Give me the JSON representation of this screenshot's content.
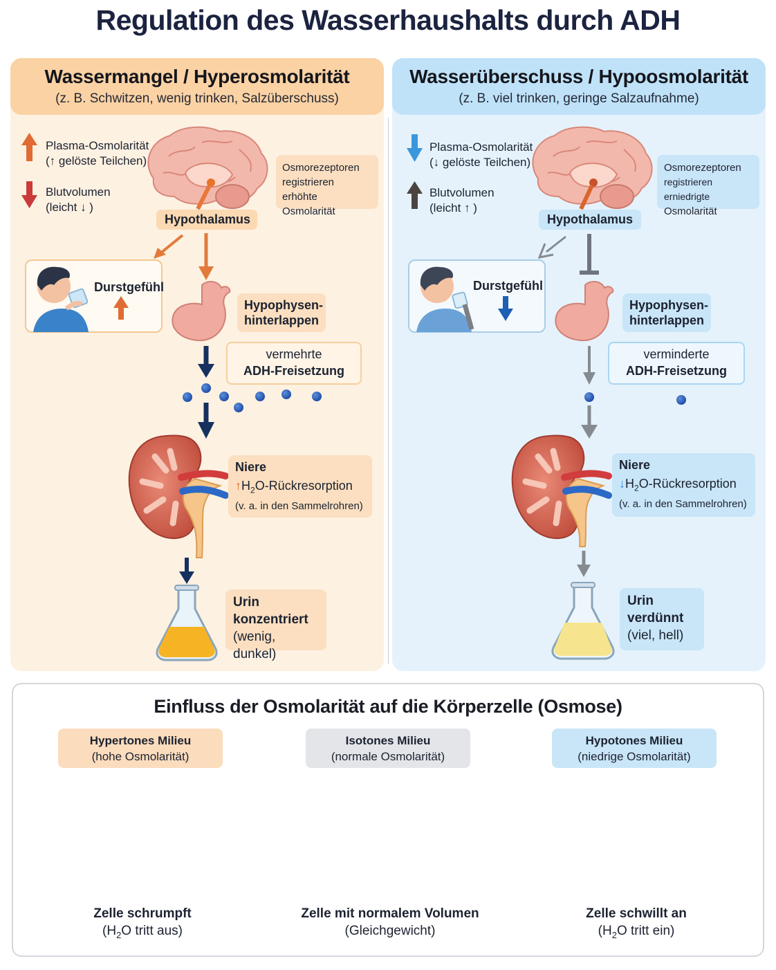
{
  "title": "Regulation des Wasserhaushalts durch ADH",
  "left": {
    "heading": "Wassermangel / Hyperosmolarität",
    "subheading": "(z. B. Schwitzen, wenig trinken, Salzüberschuss)",
    "plasma_label": "Plasma-Osmolarität",
    "plasma_note": "(↑ gelöste Teilchen)",
    "blood_label": "Blutvolumen",
    "blood_note": "(leicht ↓ )",
    "osmo_line1": "Osmorezeptoren",
    "osmo_line2": "registrieren erhöhte",
    "osmo_line3": "Osmolarität",
    "hypothalamus": "Hypothalamus",
    "thirst": "Durstgefühl",
    "pituitary_line1": "Hypophysen-",
    "pituitary_line2": "hinterlappen",
    "adh_line1": "vermehrte",
    "adh_line2": "ADH-Freisetzung",
    "kidney_title": "Niere",
    "kidney_line_prefix": "H",
    "kidney_line_sub": "2",
    "kidney_line_rest": "O-Rückresorption",
    "kidney_note": "(v. a. in den Sammelrohren)",
    "urine_line1": "Urin",
    "urine_line2": "konzentriert",
    "urine_line3": "(wenig, dunkel)"
  },
  "right": {
    "heading": "Wasserüberschuss / Hypoosmolarität",
    "subheading": "(z. B. viel trinken, geringe Salzaufnahme)",
    "plasma_label": "Plasma-Osmolarität",
    "plasma_note": "(↓ gelöste Teilchen)",
    "blood_label": "Blutvolumen",
    "blood_note": "(leicht ↑ )",
    "osmo_line1": "Osmorezeptoren",
    "osmo_line2": "registrieren erniedrigte",
    "osmo_line3": "Osmolarität",
    "hypothalamus": "Hypothalamus",
    "thirst": "Durstgefühl",
    "pituitary_line1": "Hypophysen-",
    "pituitary_line2": "hinterlappen",
    "adh_line1": "verminderte",
    "adh_line2": "ADH-Freisetzung",
    "kidney_title": "Niere",
    "kidney_line_prefix": "H",
    "kidney_line_sub": "2",
    "kidney_line_rest": "O-Rückresorption",
    "kidney_note": "(v. a. in den Sammelrohren)",
    "urine_line1": "Urin",
    "urine_line2": "verdünnt",
    "urine_line3": "(viel, hell)"
  },
  "osmosis": {
    "title": "Einfluss der Osmolarität auf die Körperzelle (Osmose)",
    "hyper": {
      "line1": "Hypertones Milieu",
      "line2": "(hohe Osmolarität)",
      "caption1": "Zelle schrumpft",
      "caption2_pre": "(H",
      "caption2_sub": "2",
      "caption2_post": "O tritt aus)"
    },
    "iso": {
      "line1": "Isotones Milieu",
      "line2": "(normale Osmolarität)",
      "caption1": "Zelle mit normalem Volumen",
      "caption2": "(Gleichgewicht)"
    },
    "hypo": {
      "line1": "Hypotones Milieu",
      "line2": "(niedrige Osmolarität)",
      "caption1": "Zelle schwillt an",
      "caption2_pre": "(H",
      "caption2_sub": "2",
      "caption2_post": "O tritt ein)"
    }
  },
  "icons": [
    "brain-icon",
    "pituitary-icon",
    "kidney-icon",
    "flask-icon",
    "person-drinking-icon",
    "cell-icon",
    "arrow-up-icon",
    "arrow-down-icon"
  ],
  "colors": {
    "orange": "#e8773a",
    "blue": "#2f8fd6",
    "navy": "#16305f",
    "gray": "#858a91",
    "cell": "#ec8a8a",
    "solute": "#f3b43a"
  }
}
